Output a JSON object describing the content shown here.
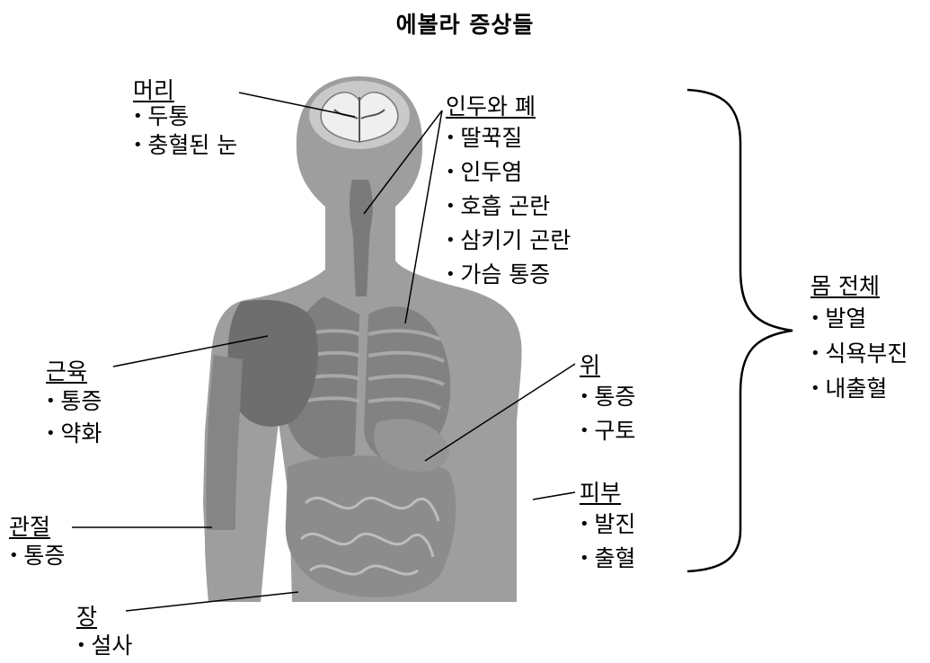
{
  "title": "에볼라 증상들",
  "labels": {
    "head": {
      "title": "머리",
      "items": [
        "두통",
        "충혈된 눈"
      ]
    },
    "throat": {
      "title": "인두와 폐",
      "items": [
        "딸꾹질",
        "인두염",
        "호흡 곤란",
        "삼키기 곤란",
        "가슴 통증"
      ]
    },
    "muscle": {
      "title": "근육",
      "items": [
        "통증",
        "약화"
      ]
    },
    "joint": {
      "title": "관절",
      "items": [
        "통증"
      ]
    },
    "bowel": {
      "title": "장",
      "items": [
        "설사"
      ]
    },
    "stomach": {
      "title": "위",
      "items": [
        "통증",
        "구토"
      ]
    },
    "skin": {
      "title": "피부",
      "items": [
        "발진",
        "출혈"
      ]
    },
    "body": {
      "title": "몸 전체",
      "items": [
        "발열",
        "식욕부진",
        "내출혈"
      ]
    }
  },
  "colors": {
    "silhouette": "#9b9b9b",
    "organs": "#6f6f6f",
    "line": "#000000"
  }
}
